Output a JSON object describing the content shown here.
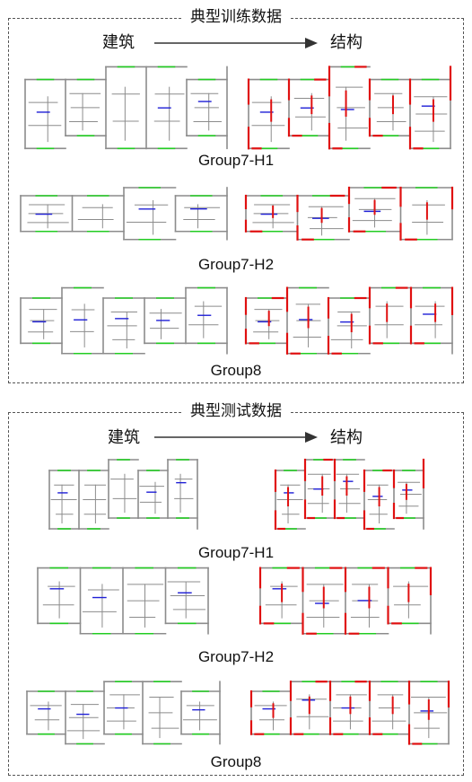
{
  "training": {
    "title": "典型训练数据",
    "arch_label": "建筑",
    "struct_label": "结构",
    "groups": [
      "Group7-H1",
      "Group7-H2",
      "Group8"
    ]
  },
  "testing": {
    "title": "典型测试数据",
    "arch_label": "建筑",
    "struct_label": "结构",
    "groups": [
      "Group7-H1",
      "Group7-H2",
      "Group8"
    ]
  },
  "colors": {
    "wall": "#8c8c8c",
    "window": "#22cc22",
    "door": "#1f1fd6",
    "structure": "#e01010"
  }
}
